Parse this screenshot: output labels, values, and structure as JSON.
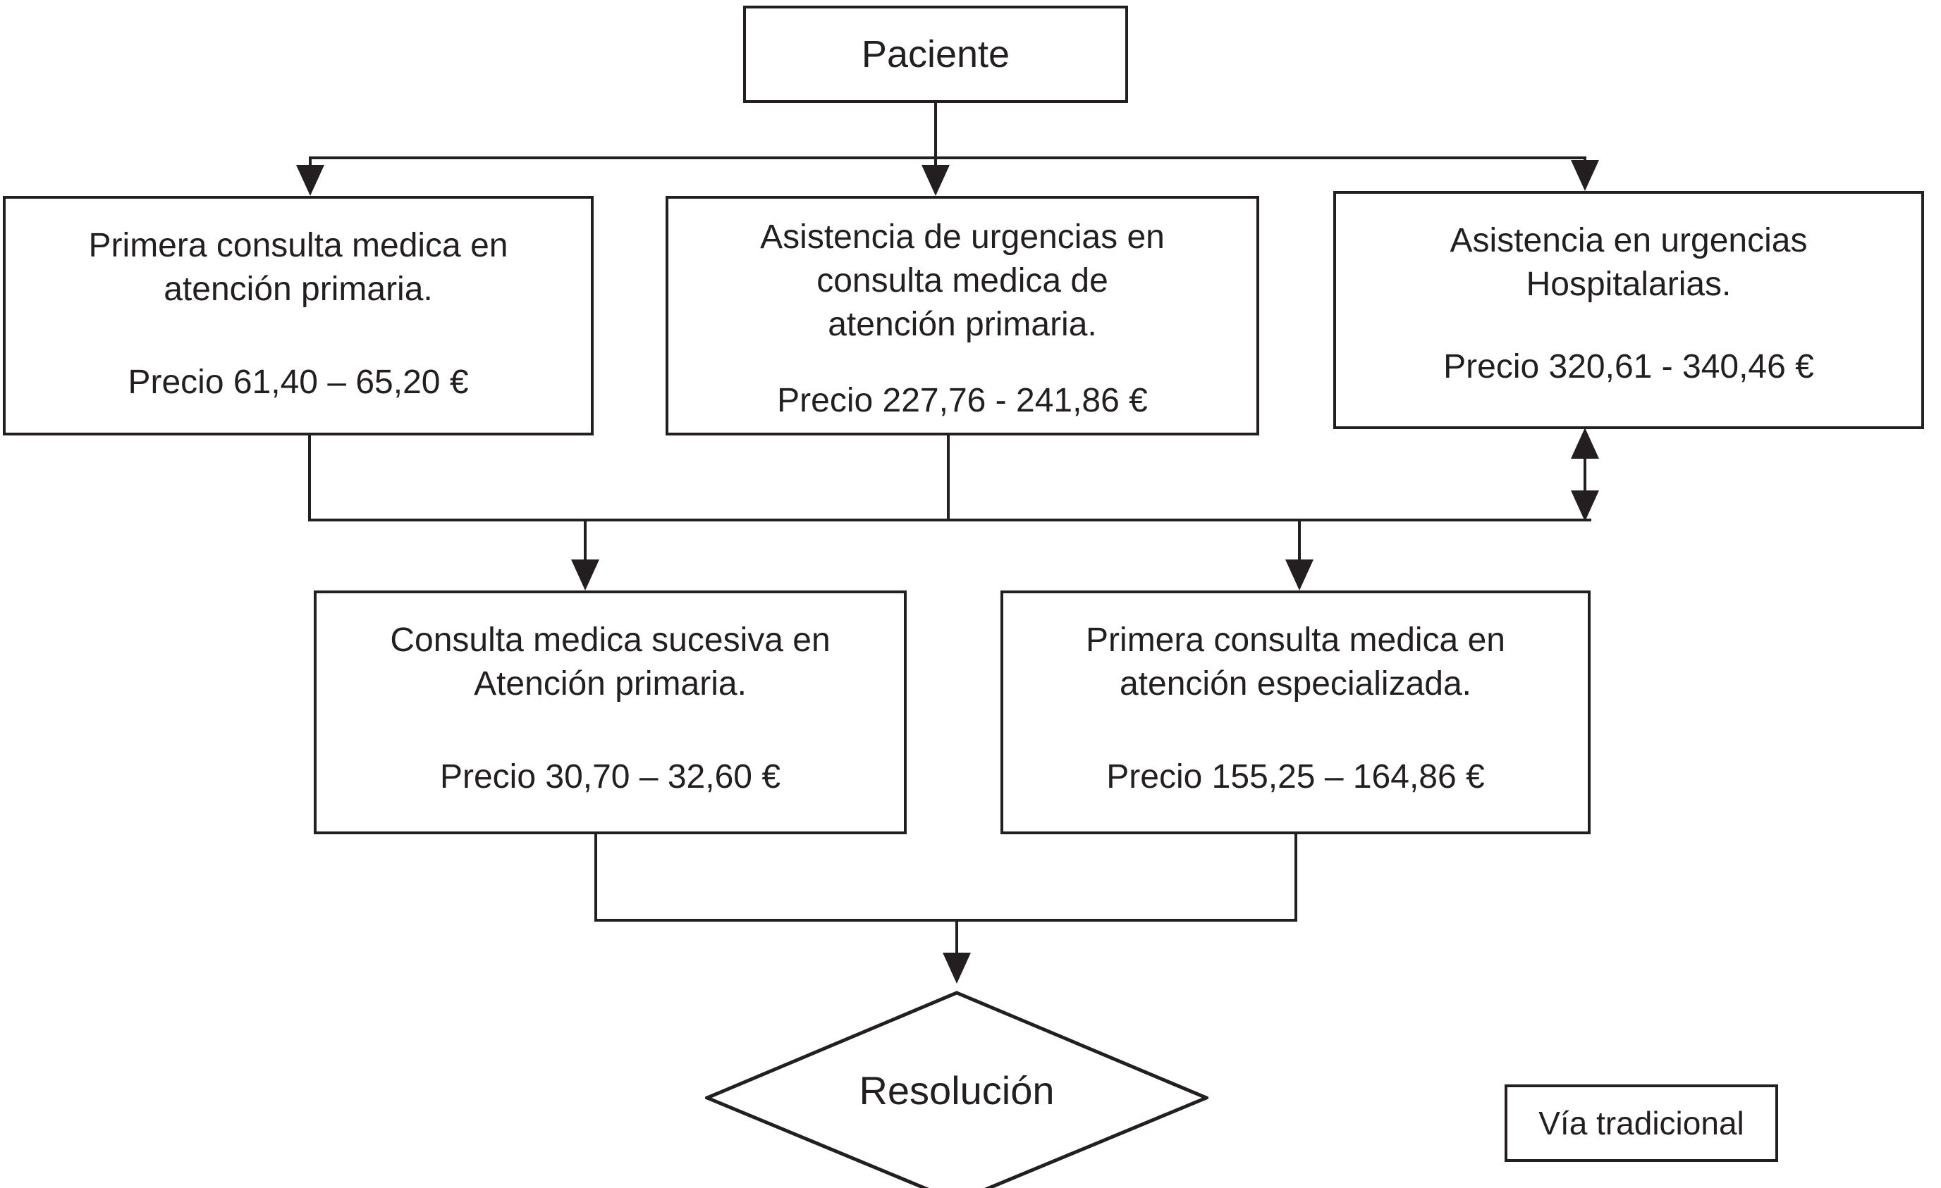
{
  "figure": {
    "type": "flowchart",
    "colors": {
      "ink": "#231f20",
      "background": "#ffffff"
    }
  },
  "nodes": {
    "paciente": {
      "label": "Paciente"
    },
    "primera_consulta_ap": {
      "lines": [
        "Primera consulta medica en",
        "atención primaria."
      ],
      "price": "Precio 61,40 – 65,20 €"
    },
    "urgencias_consulta_ap": {
      "lines": [
        "Asistencia de urgencias en",
        "consulta medica de",
        "atención primaria."
      ],
      "price": "Precio 227,76 - 241,86 €"
    },
    "urgencias_hospitalarias": {
      "lines": [
        "Asistencia en urgencias",
        "Hospitalarias."
      ],
      "price": "Precio 320,61 - 340,46 €"
    },
    "consulta_sucesiva_ap": {
      "lines": [
        "Consulta medica sucesiva en",
        "Atención primaria."
      ],
      "price": "Precio 30,70 – 32,60 €"
    },
    "primera_consulta_especializada": {
      "lines": [
        "Primera consulta medica en",
        "atención especializada."
      ],
      "price": "Precio 155,25 – 164,86 €"
    },
    "resolucion": {
      "label": "Resolución"
    },
    "via_tradicional": {
      "label": "Vía tradicional"
    }
  }
}
